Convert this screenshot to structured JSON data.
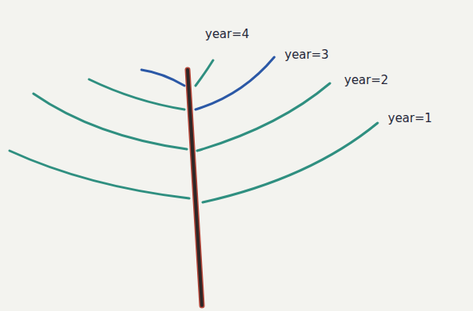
{
  "diagram": {
    "labels": [
      "year=4",
      "year=3",
      "year=2",
      "year=1"
    ]
  }
}
